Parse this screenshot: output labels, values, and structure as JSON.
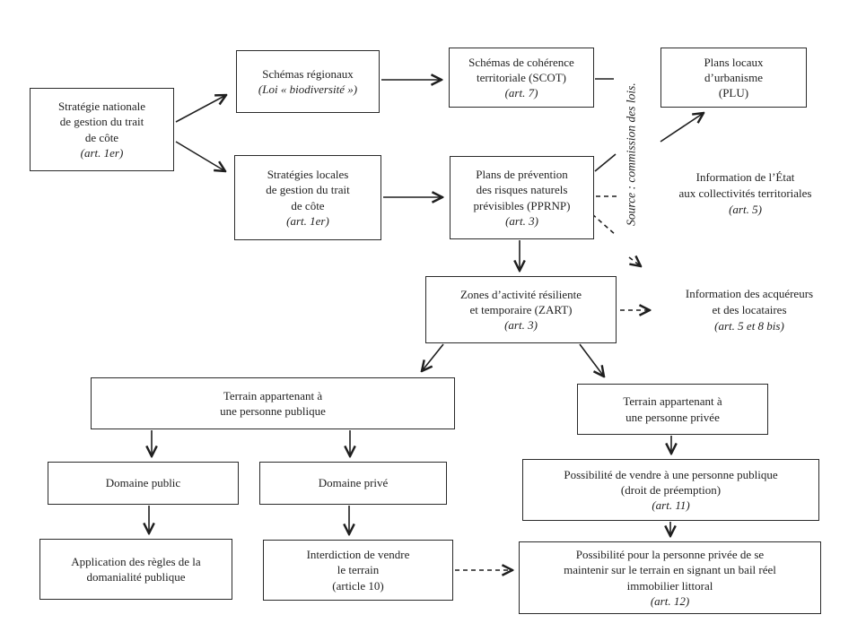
{
  "figure": {
    "source_note": "Source : commission des lois."
  },
  "colors": {
    "ink": "#1f1f1f",
    "background": "#ffffff"
  },
  "boxes": {
    "strategie_nationale": {
      "text": "Stratégie nationale\nde gestion du trait\nde côte",
      "note": "(art. 1er)"
    },
    "schemas_regionaux": {
      "text": "Schémas régionaux",
      "note": "(Loi « biodiversité »)"
    },
    "strategies_locales": {
      "text": "Stratégies locales\nde gestion du trait\nde côte",
      "note": "(art. 1er)"
    },
    "scot": {
      "text": "Schémas de cohérence\nterritoriale (SCOT)",
      "note": "(art. 7)"
    },
    "plu": {
      "text": "Plans locaux\nd’urbanisme\n(PLU)"
    },
    "pprnp": {
      "text": "Plans de prévention\ndes risques naturels\nprévisibles (PPRNP)",
      "note": "(art. 3)"
    },
    "zart": {
      "text": "Zones d’activité résiliente\net temporaire (ZART)",
      "note": "(art. 3)"
    },
    "terrain_public": {
      "text": "Terrain appartenant à\nune personne publique"
    },
    "terrain_prive": {
      "text": "Terrain appartenant à\nune personne privée"
    },
    "domaine_public": {
      "text": "Domaine public"
    },
    "domaine_prive": {
      "text": "Domaine privé"
    },
    "application_regles": {
      "text": "Application des règles de la\ndomanialité publique"
    },
    "interdiction_vendre": {
      "text": "Interdiction de vendre\nle terrain\n(article 10)"
    },
    "possibilite_vendre": {
      "text": "Possibilité de vendre à une personne publique\n(droit de préemption)",
      "note": "(art. 11)"
    },
    "bail_reel": {
      "text": "Possibilité pour la personne privée de se\nmaintenir sur le terrain en signant un bail réel\nimmobilier littoral",
      "note": "(art. 12)"
    }
  },
  "labels": {
    "info_etat": {
      "text": "Information de l’État\naux collectivités territoriales",
      "note": "(art. 5)"
    },
    "info_acquereurs": {
      "text": "Information des acquéreurs\net des locataires",
      "note": "(art. 5 et 8 bis)"
    }
  }
}
